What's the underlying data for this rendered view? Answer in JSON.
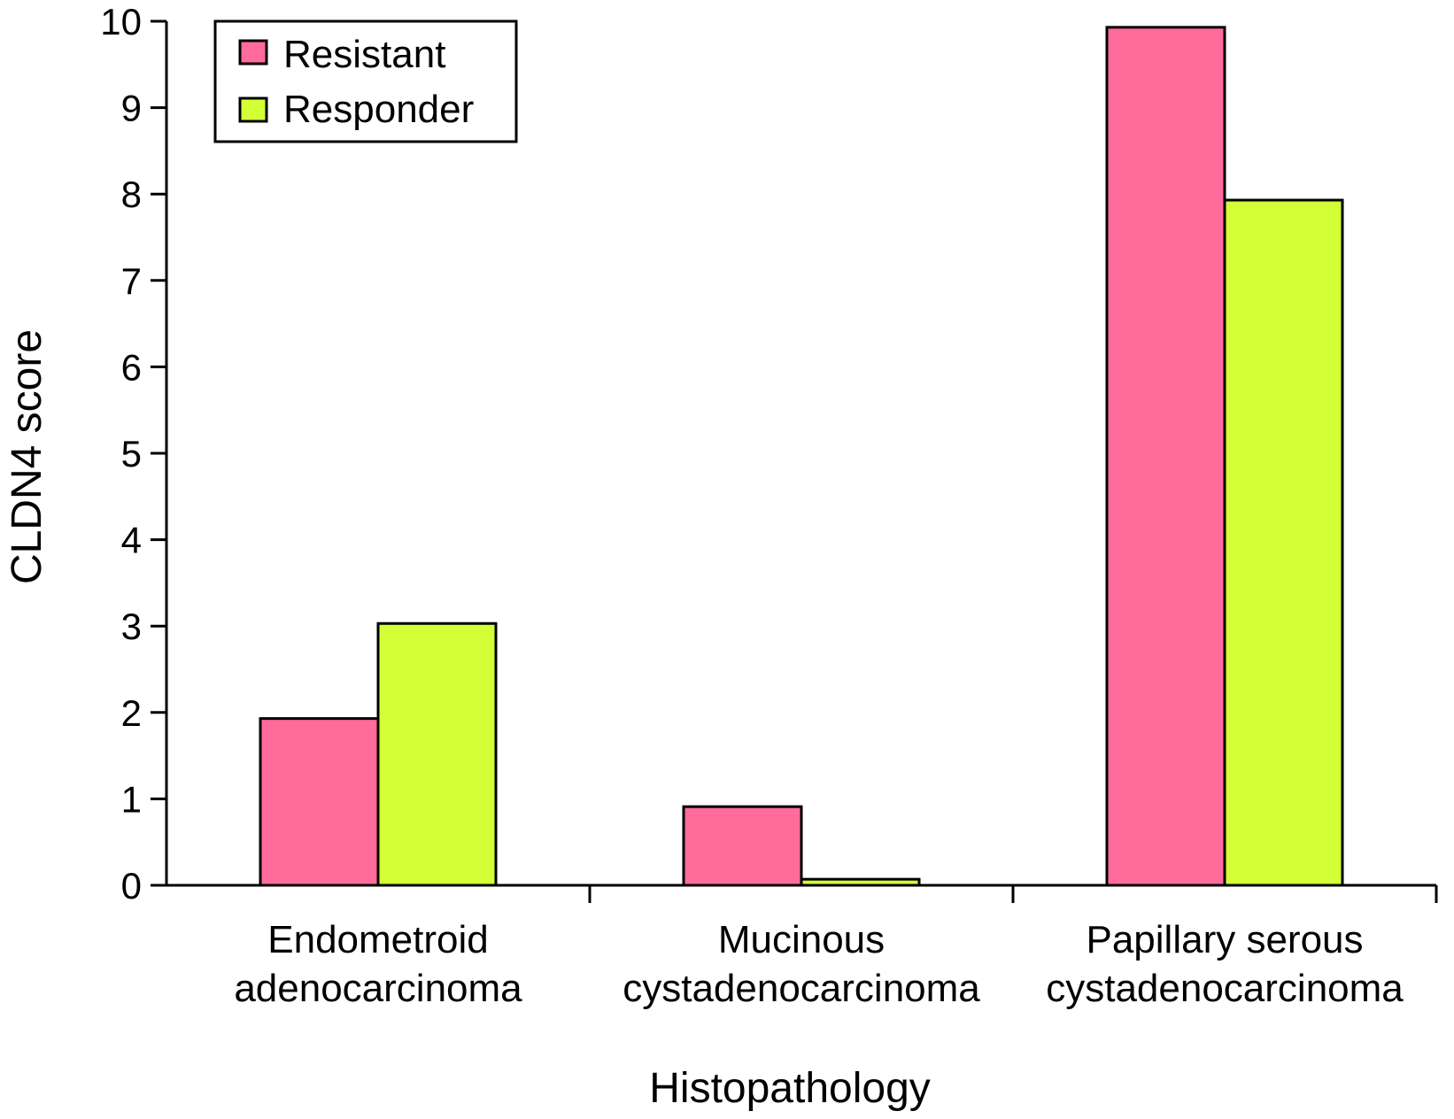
{
  "chart_data": {
    "type": "bar",
    "title": "",
    "xlabel": "Histopathology",
    "ylabel": "CLDN4 score",
    "ylim": [
      0,
      10
    ],
    "yticks": [
      "0",
      "1",
      "2",
      "3",
      "4",
      "5",
      "6",
      "7",
      "8",
      "9",
      "10"
    ],
    "categories": [
      [
        "Endometroid",
        "adenocarcinoma"
      ],
      [
        "Mucinous",
        "cystadenocarcinoma"
      ],
      [
        "Papillary serous",
        "cystadenocarcinoma"
      ]
    ],
    "series": [
      {
        "name": "Resistant",
        "color": "#ff6b9a",
        "values": [
          1.93,
          0.91,
          9.93
        ]
      },
      {
        "name": "Responder",
        "color": "#d2ff35",
        "values": [
          3.03,
          0.07,
          7.93
        ]
      }
    ],
    "grid": false,
    "legend": {
      "position": "top-left"
    }
  }
}
